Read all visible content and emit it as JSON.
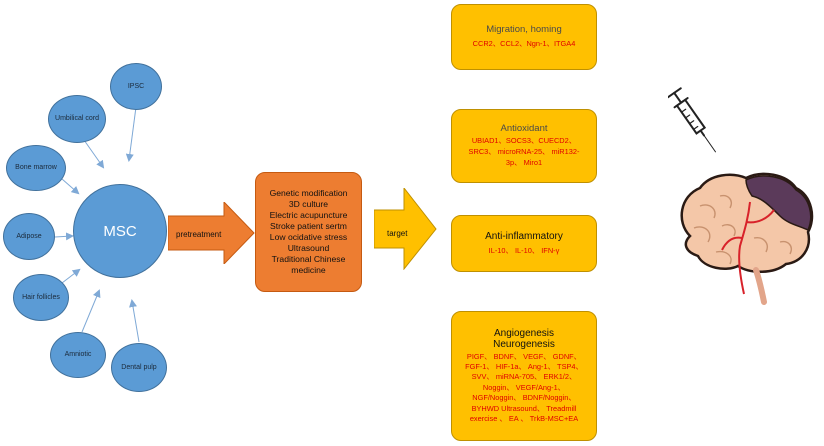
{
  "sources": {
    "ipsc": "IPSC",
    "umbilical": "Umbilical cord",
    "bone_marrow": "Bone marrow",
    "adipose": "Adipose",
    "hair": "Hair follicles",
    "amniotic": "Amniotic",
    "dental": "Dental pulp"
  },
  "center": "MSC",
  "pretreatment_label": "pretreatment",
  "pretreatment_items": [
    "Genetic modification",
    "3D culture",
    "Electric acupuncture",
    "Stroke patient sertm",
    "Low ocidative stress",
    "Ultrasound",
    "Traditional Chinese",
    "medicine"
  ],
  "target_label": "target",
  "targets": {
    "migration": {
      "title": "Migration, homing",
      "lines": [
        "CCR2、CCL2、Ngn-1、ITGA4"
      ]
    },
    "antioxidant": {
      "title": "Antioxidant",
      "lines": [
        "UBIAD1、SOCS3、CUECD2、",
        "SRC3、 microRNA-25、 miR132-",
        "3p、 Miro1"
      ]
    },
    "antiinflammatory": {
      "title": "Anti-inflammatory",
      "lines": [
        "IL-10、 IL-10、 IFN-γ"
      ]
    },
    "angiogenesis": {
      "title1": "Angiogenesis",
      "title2": "Neurogenesis",
      "lines": [
        "PIGF、 BDNF、 VEGF、 GDNF、",
        "FGF-1、 HIF-1a、 Ang-1、 TSP4、",
        "SVV、 miRNA-705、 ERK1/2、",
        "Noggin、 VEGF/Ang-1、",
        "NGF/Noggin、 BDNF/Noggin、",
        "BYHWD Ultrasound、 Treadmill",
        "exercise 、 EA 、 TrkB-MSC+EA"
      ]
    }
  },
  "colors": {
    "source_blue": "#5b9bd5",
    "pretreatment_orange": "#ed7d31",
    "target_yellow": "#ffc000",
    "gene_red": "#e00000"
  }
}
